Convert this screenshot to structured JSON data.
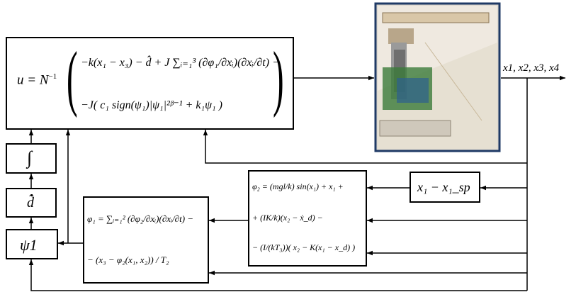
{
  "control_law": {
    "lhs": "u = N",
    "inv": "−1",
    "row1": "−k(x₁ − x₃) − d̂ + J ∑ᵢ₌₁³ (∂φ₁/∂xᵢ)(∂xᵢ/∂t) −",
    "row2": "−J( c₁ sign(ψ₁)|ψ₁|²ᵝ⁻¹ + k₁ψ₁ )"
  },
  "output_label": "x1, x2, x3, x4",
  "setpoint_error": "x₁ − x₁_sp",
  "phi2_block": {
    "line1": "φ₂ = (mgl/k) sin(x₁) + x₁ +",
    "line2": "+ (IK/k)(x₂ − ẋ_d) −",
    "line3": "− (I/(kT₃))( x₂ − K(x₁ − x_d) )"
  },
  "phi1_block": {
    "line1": "φ₁ = ∑ᵢ₌₁² (∂φ₂/∂xᵢ)(∂xᵢ/∂t) −",
    "line2": "− (x₃ − φ₂(x₁, x₂)) / T₂"
  },
  "psi_block": {
    "label": "ψ1"
  },
  "dhat_block": {
    "label": "d̂̇"
  },
  "integrator_block": {
    "label": "∫"
  }
}
